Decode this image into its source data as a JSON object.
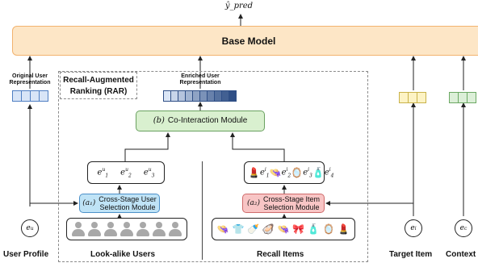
{
  "prediction_label": "ŷ_pred",
  "base_model": "Base Model",
  "rar_title_line1": "Recall-Augmented",
  "rar_title_line2": "Ranking (RAR)",
  "original_rep_line1": "Original User",
  "original_rep_line2": "Representation",
  "enriched_rep_line1": "Enriched User",
  "enriched_rep_line2": "Representation",
  "co_module": {
    "tag": "(b)",
    "label": "Co-Interaction Module"
  },
  "user_module": {
    "tag": "(a₁)",
    "line1": "Cross-Stage User",
    "line2": "Selection Module"
  },
  "item_module": {
    "tag": "(a₂)",
    "line1": "Cross-Stage Item",
    "line2": "Selection Module"
  },
  "selected_users": [
    {
      "base": "e",
      "sub": "1",
      "sup": "u"
    },
    {
      "base": "e",
      "sub": "2",
      "sup": "u"
    },
    {
      "base": "e",
      "sub": "3",
      "sup": "u"
    }
  ],
  "selected_items": [
    {
      "icon": "lipstick-icon",
      "sub": "1",
      "sup": "i"
    },
    {
      "icon": "hat-icon",
      "sub": "2",
      "sup": "i"
    },
    {
      "icon": "mirror-icon",
      "sub": "3",
      "sup": "i"
    },
    {
      "icon": "perfume-icon",
      "sub": "4",
      "sup": "i"
    }
  ],
  "recall_item_icons": [
    "👒",
    "👕",
    "🍼",
    "🦪",
    "👒",
    "🎀",
    "🧴",
    "🪞",
    "💄"
  ],
  "circles": {
    "user": {
      "base": "e",
      "sup": "u"
    },
    "target": {
      "base": "e",
      "sup": "i"
    },
    "context": {
      "base": "e",
      "sup": "c"
    }
  },
  "bottom_labels": {
    "user_profile": "User Profile",
    "lookalike": "Look-alike Users",
    "recall": "Recall Items",
    "target": "Target Item",
    "context": "Context"
  },
  "colors": {
    "base_model_fill": "#fde6c6",
    "co_module_fill": "#d9f0cf",
    "user_module_fill": "#bfe3f6",
    "item_module_fill": "#f8c5c5",
    "enriched_gradient": [
      "#dbe6f6",
      "#2f4f86"
    ]
  }
}
